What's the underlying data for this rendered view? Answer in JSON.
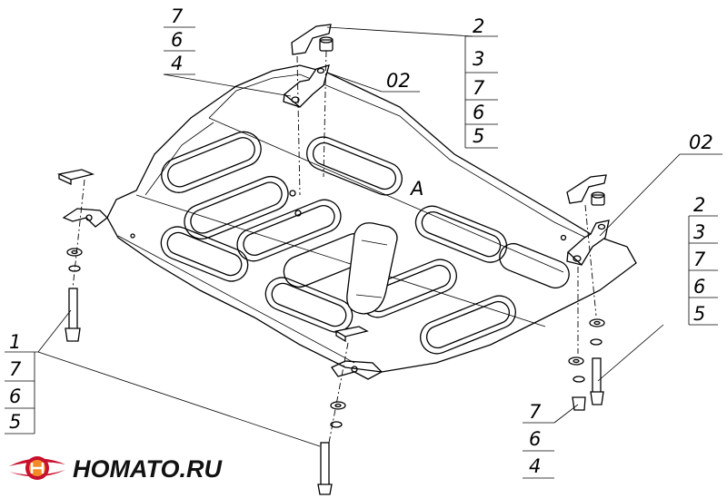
{
  "callouts": {
    "top_left": [
      "7",
      "6",
      "4"
    ],
    "top_right": [
      "2",
      "3",
      "7",
      "6",
      "5"
    ],
    "ref_top": "02",
    "ref_right": "02",
    "right": [
      "2",
      "3",
      "7",
      "6",
      "5"
    ],
    "left": [
      "1",
      "7",
      "6",
      "5"
    ],
    "bottom_right": [
      "7",
      "6",
      "4"
    ]
  },
  "plate_marking": "A",
  "logo": {
    "text": "HOMATO.RU",
    "colors": {
      "outer": "#c8102e",
      "inner": "#f28c28",
      "text": "#111111"
    }
  }
}
